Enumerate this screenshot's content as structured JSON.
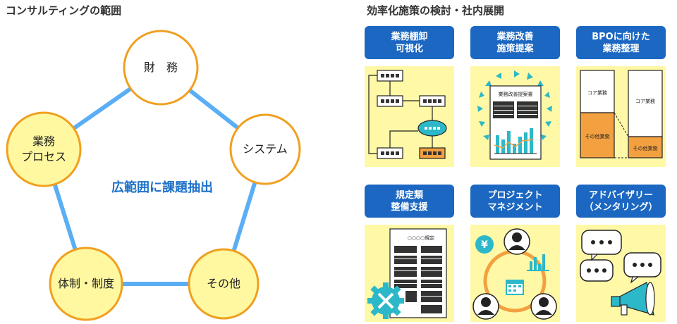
{
  "left_title": "コンサルティングの範囲",
  "right_title": "効率化施策の検討・社内展開",
  "center_label": "広範囲に課題抽出",
  "nodes": [
    {
      "label": "財　務",
      "fill": "#ffffff",
      "stroke": "#f0a020"
    },
    {
      "label": "システム",
      "fill": "#ffffff",
      "stroke": "#f0a020"
    },
    {
      "label": "その他",
      "fill": "#fff8a0",
      "stroke": "#f0a020"
    },
    {
      "label": "体制・制度",
      "fill": "#fff8a0",
      "stroke": "#f0a020"
    },
    {
      "label": "業務\nプロセス",
      "fill": "#fff8a0",
      "stroke": "#f0a020"
    }
  ],
  "cards": [
    {
      "title": "業務棚卸\n可視化",
      "icon": "flowchart-icon"
    },
    {
      "title": "業務改善\n施策提案",
      "icon": "proposal-document-icon",
      "doc_label": "業務改善提案書"
    },
    {
      "title": "BPOに向けた\n業務整理",
      "icon": "bpo-comparison-icon",
      "core_label": "コア業務",
      "other_label": "その他業務"
    },
    {
      "title": "規定類\n整備支援",
      "icon": "regulation-document-icon",
      "doc_label": "○○○○規定"
    },
    {
      "title": "プロジェクト\nマネジメント",
      "icon": "project-cycle-icon"
    },
    {
      "title": "アドバイザリー\n（メンタリング）",
      "icon": "speech-bubbles-icon"
    }
  ],
  "colors": {
    "blue": "#1b67c2",
    "edge": "#5aaef5",
    "orange": "#f0a020",
    "pale_yellow": "#fff8a6",
    "teal": "#2cb8c8"
  }
}
